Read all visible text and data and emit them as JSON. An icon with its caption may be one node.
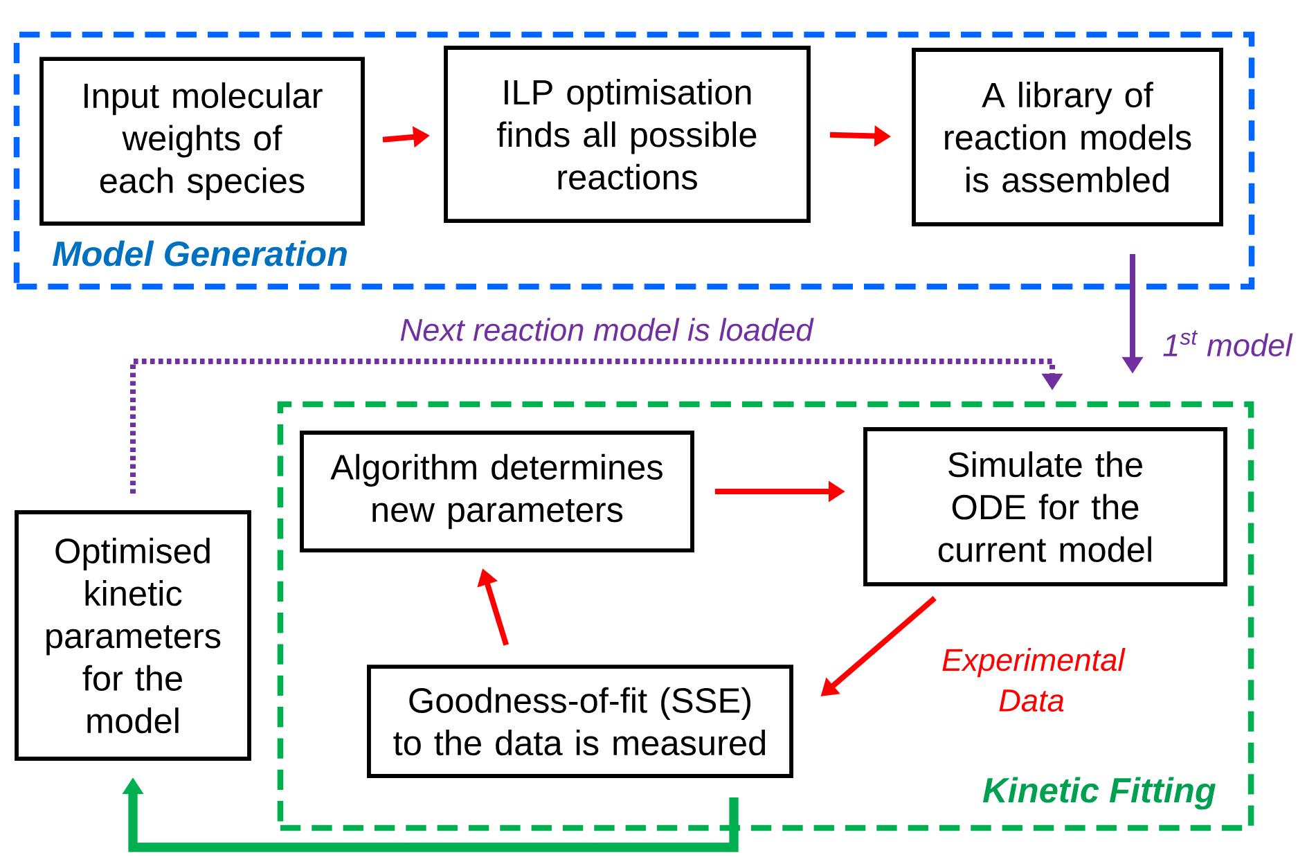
{
  "diagram": {
    "nodes": [
      {
        "text": [
          "Model Generation"
        ]
      },
      {
        "text": [
          "Input molecular weights of each species"
        ],
        "in": 0
      },
      {
        "text": [
          "ILP optimisation finds all possible reactions"
        ],
        "in": 0
      },
      {
        "text": [
          "A library of reaction models is assembled"
        ],
        "in": 0
      },
      {
        "text": [
          "Kinetic Fitting"
        ]
      },
      {
        "text": [
          "Algorithm determines new parameters"
        ],
        "in": 4
      },
      {
        "text": [
          "Simulate the ODE for the current model"
        ],
        "in": 4
      },
      {
        "text": [
          "Goodness-of-fit (SSE) to the data is measured"
        ],
        "in": 4
      },
      {
        "text": [
          "Optimised kinetic parameters for the model"
        ]
      }
    ],
    "edges": [
      {
        "from": 1,
        "to": 2,
        "arrow": "to",
        "color": "#ff0000"
      },
      {
        "from": 2,
        "to": 3,
        "arrow": "to",
        "color": "#ff0000"
      },
      {
        "from": 3,
        "to": 4,
        "arrow": "to",
        "label": "1$^{st}$ model",
        "color": "#7030a0"
      },
      {
        "from": 8,
        "to": 4,
        "arrow": "to",
        "label": "Next reaction model is loaded",
        "style": "dashed",
        "color": "#7030a0"
      },
      {
        "from": 5,
        "to": 6,
        "arrow": "to",
        "color": "#ff0000"
      },
      {
        "from": 6,
        "to": 7,
        "arrow": "to",
        "label": "Experimental Data",
        "color": "#ff0000"
      },
      {
        "from": 7,
        "to": 5,
        "arrow": "to",
        "color": "#ff0000"
      },
      {
        "from": 7,
        "to": 8,
        "arrow": "to",
        "color": "#00b050"
      }
    ]
  }
}
